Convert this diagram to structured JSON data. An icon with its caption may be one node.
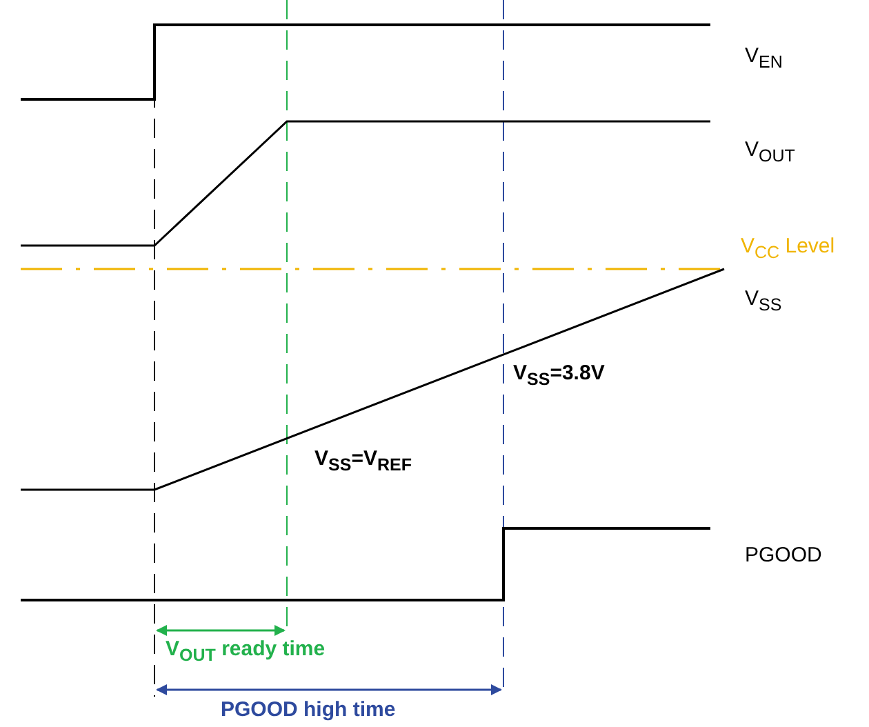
{
  "diagram": {
    "labels": [
      "V$_{EN}$",
      "V$_{OUT}$",
      "V$_{CC}$ Level",
      "V$_{SS}$",
      "V$_{SS}$=3.8V",
      "V$_{SS}$=V$_{REF}$",
      "PGOOD",
      "V$_{OUT}$ ready time",
      "PGOOD high time"
    ]
  }
}
